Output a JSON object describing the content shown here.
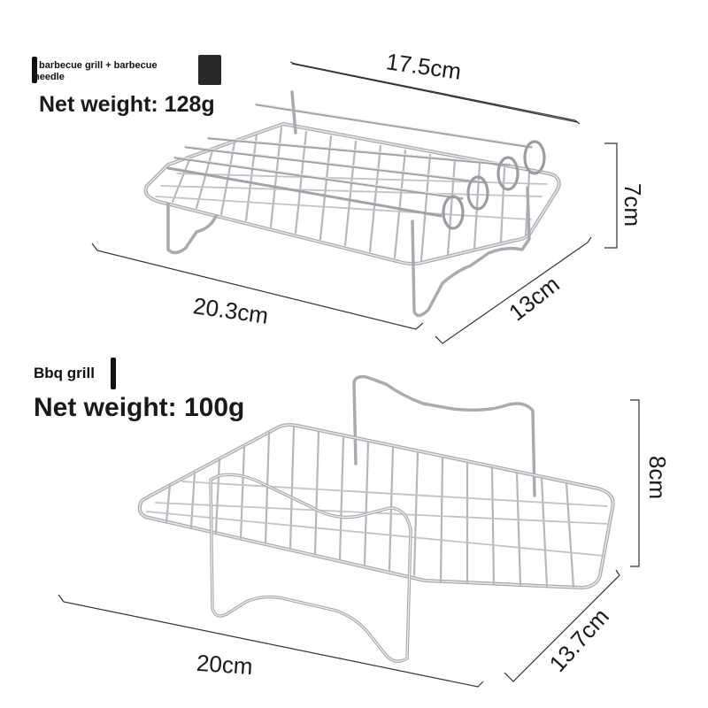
{
  "product_top": {
    "label_line1": "barbecue grill + barbecue",
    "label_line2": "needle",
    "net_weight": "Net weight: 128g",
    "dim_length": "17.5cm",
    "dim_height": "7cm",
    "dim_width": "20.3cm",
    "dim_depth": "13cm"
  },
  "product_bottom": {
    "label": "Bbq grill",
    "net_weight": "Net weight: 100g",
    "dim_height": "8cm",
    "dim_width": "20cm",
    "dim_depth": "13.7cm"
  },
  "colors": {
    "steel": "#b9bcc0",
    "steel_dark": "#8e9297",
    "line": "#333333"
  }
}
